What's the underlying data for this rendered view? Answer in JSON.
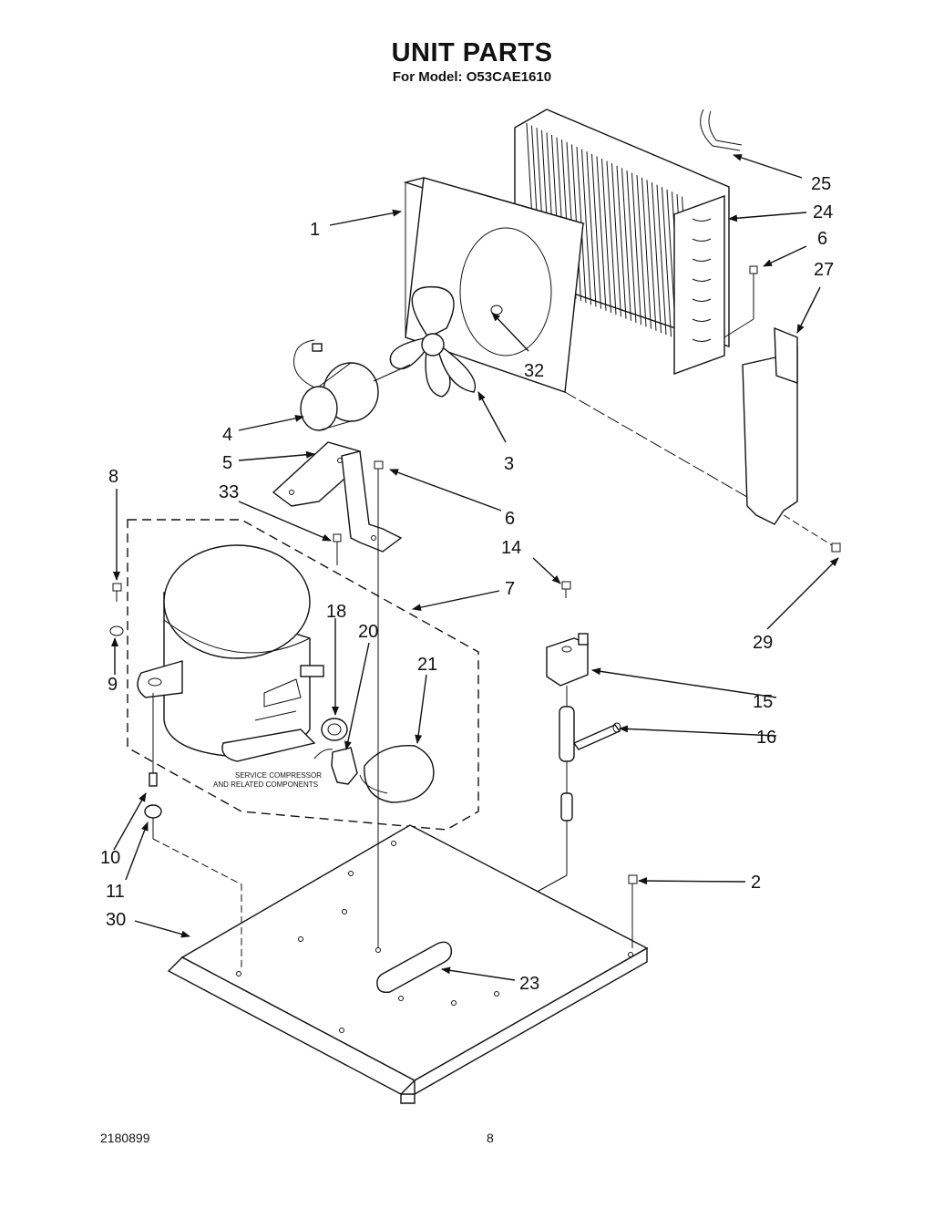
{
  "title": "UNIT PARTS",
  "subtitle": "For Model: O53CAE1610",
  "footer": {
    "doc_number": "2180899",
    "page": "8"
  },
  "service_note": [
    "SERVICE COMPRESSOR",
    "AND RELATED COMPONENTS"
  ],
  "callouts": [
    "1",
    "2",
    "3",
    "4",
    "5",
    "6",
    "6",
    "7",
    "8",
    "9",
    "10",
    "11",
    "14",
    "15",
    "16",
    "18",
    "20",
    "21",
    "23",
    "24",
    "25",
    "27",
    "29",
    "30",
    "32",
    "33"
  ]
}
